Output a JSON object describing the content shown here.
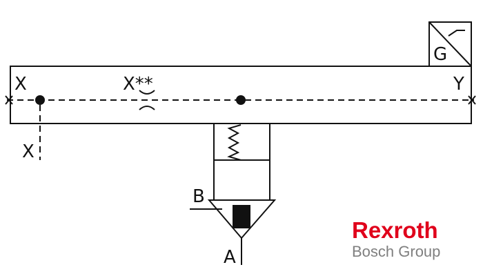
{
  "labels": {
    "port_x_left": "X",
    "port_x_star": "X**",
    "port_y": "Y",
    "port_x_bottom": "X",
    "port_b": "B",
    "port_a": "A",
    "gauge": "G"
  },
  "brand": {
    "name": "Rexroth",
    "group": "Bosch Group",
    "name_color": "#e0001b",
    "group_color": "#7f7f7f"
  }
}
